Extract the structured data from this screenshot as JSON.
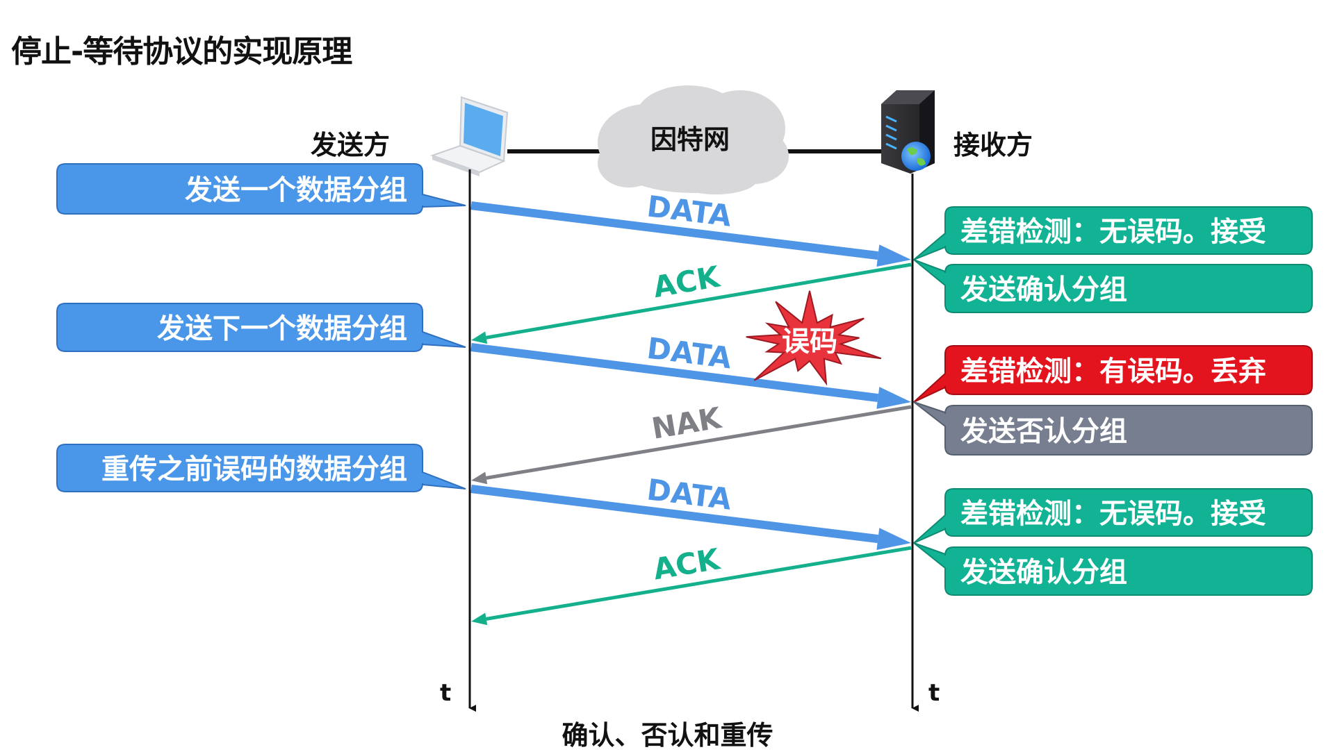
{
  "title": "停止-等待协议的实现原理",
  "sender": {
    "label": "发送方",
    "icon": "laptop-icon"
  },
  "receiver": {
    "label": "接收方",
    "icon": "server-icon"
  },
  "network": {
    "label": "因特网",
    "icon": "cloud-icon"
  },
  "time_axis_label": "t",
  "caption": "确认、否认和重传",
  "error_burst": {
    "label": "误码",
    "color": "#e8323c"
  },
  "colors": {
    "data": "#4f95e6",
    "ack": "#14b08c",
    "nak": "#7f8086",
    "sender_box": "#4a97ea",
    "ok_box": "#12b394",
    "error_box": "#e3141e",
    "nak_box": "#767e8f"
  },
  "sender_notes": [
    {
      "text": "发送一个数据分组"
    },
    {
      "text": "发送下一个数据分组"
    },
    {
      "text": "重传之前误码的数据分组"
    }
  ],
  "receiver_notes": [
    {
      "text": "差错检测：无误码。接受",
      "kind": "ok"
    },
    {
      "text": "发送确认分组",
      "kind": "ok"
    },
    {
      "text": "差错检测：有误码。丢弃",
      "kind": "error"
    },
    {
      "text": "发送否认分组",
      "kind": "nak"
    },
    {
      "text": "差错检测：无误码。接受",
      "kind": "ok"
    },
    {
      "text": "发送确认分组",
      "kind": "ok"
    }
  ],
  "messages": [
    {
      "label": "DATA",
      "direction": "sender-to-receiver",
      "kind": "data",
      "step": 1
    },
    {
      "label": "ACK",
      "direction": "receiver-to-sender",
      "kind": "ack",
      "step": 1
    },
    {
      "label": "DATA",
      "direction": "sender-to-receiver",
      "kind": "data",
      "step": 2,
      "corrupted": true
    },
    {
      "label": "NAK",
      "direction": "receiver-to-sender",
      "kind": "nak",
      "step": 2
    },
    {
      "label": "DATA",
      "direction": "sender-to-receiver",
      "kind": "data",
      "step": 3
    },
    {
      "label": "ACK",
      "direction": "receiver-to-sender",
      "kind": "ack",
      "step": 3
    }
  ]
}
